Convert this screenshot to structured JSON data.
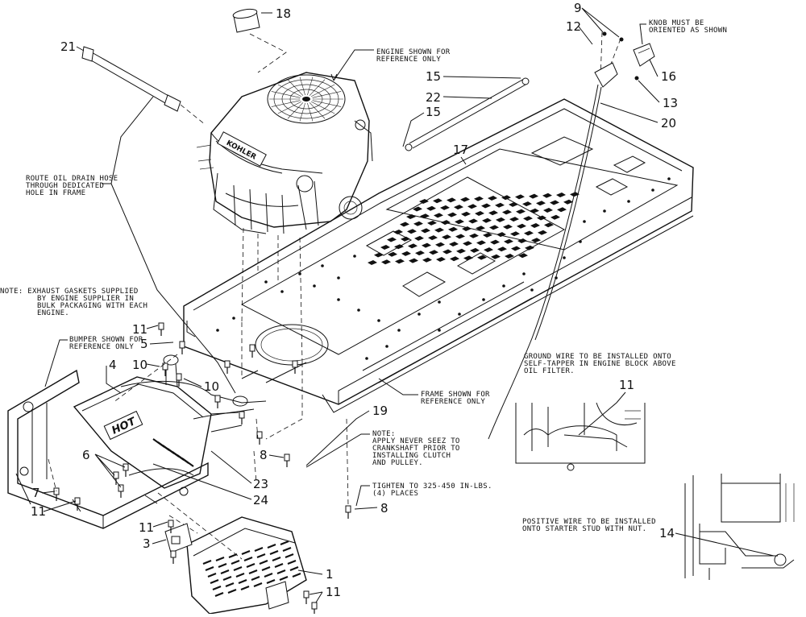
{
  "callouts": [
    {
      "id": "1",
      "label": "1"
    },
    {
      "id": "3",
      "label": "3"
    },
    {
      "id": "4",
      "label": "4"
    },
    {
      "id": "5",
      "label": "5"
    },
    {
      "id": "6",
      "label": "6"
    },
    {
      "id": "7",
      "label": "7"
    },
    {
      "id": "8a",
      "label": "8"
    },
    {
      "id": "8b",
      "label": "8"
    },
    {
      "id": "9",
      "label": "9"
    },
    {
      "id": "10a",
      "label": "10"
    },
    {
      "id": "10b",
      "label": "10"
    },
    {
      "id": "11a",
      "label": "11"
    },
    {
      "id": "11b",
      "label": "11"
    },
    {
      "id": "11c",
      "label": "11"
    },
    {
      "id": "11d",
      "label": "11"
    },
    {
      "id": "11e",
      "label": "11"
    },
    {
      "id": "11f",
      "label": "11"
    },
    {
      "id": "12",
      "label": "12"
    },
    {
      "id": "13",
      "label": "13"
    },
    {
      "id": "14",
      "label": "14"
    },
    {
      "id": "15a",
      "label": "15"
    },
    {
      "id": "15b",
      "label": "15"
    },
    {
      "id": "16",
      "label": "16"
    },
    {
      "id": "17",
      "label": "17"
    },
    {
      "id": "18",
      "label": "18"
    },
    {
      "id": "19",
      "label": "19"
    },
    {
      "id": "20",
      "label": "20"
    },
    {
      "id": "21",
      "label": "21"
    },
    {
      "id": "22",
      "label": "22"
    },
    {
      "id": "23",
      "label": "23"
    },
    {
      "id": "24",
      "label": "24"
    }
  ],
  "notes": {
    "engine_ref": [
      "ENGINE SHOWN FOR",
      "REFERENCE ONLY"
    ],
    "knob": [
      "KNOB MUST BE",
      "ORIENTED AS SHOWN"
    ],
    "oil_drain": [
      "ROUTE OIL DRAIN HOSE",
      "THROUGH DEDICATED",
      "HOLE IN FRAME"
    ],
    "exhaust": [
      "NOTE: EXHAUST GASKETS SUPPLIED",
      "BY ENGINE SUPPLIER IN",
      "BULK PACKAGING WITH EACH",
      "ENGINE."
    ],
    "bumper": [
      "BUMPER SHOWN FOR",
      "REFERENCE ONLY"
    ],
    "frame": [
      "FRAME SHOWN FOR",
      "REFERENCE ONLY"
    ],
    "never_seez": [
      "NOTE:",
      "APPLY NEVER SEEZ TO",
      "CRANKSHAFT PRIOR TO",
      "INSTALLING CLUTCH",
      "AND PULLEY."
    ],
    "tighten": [
      "TIGHTEN TO 325-450 IN-LBS.",
      "(4) PLACES"
    ],
    "ground_wire": [
      "GROUND WIRE TO BE INSTALLED ONTO",
      "SELF-TAPPER IN ENGINE BLOCK ABOVE",
      "OIL FILTER."
    ],
    "positive_wire": [
      "POSITIVE WIRE TO BE INSTALLED",
      "ONTO STARTER STUD WITH NUT."
    ],
    "muffler_mark": "HOT",
    "engine_brand": "KOHLER"
  }
}
